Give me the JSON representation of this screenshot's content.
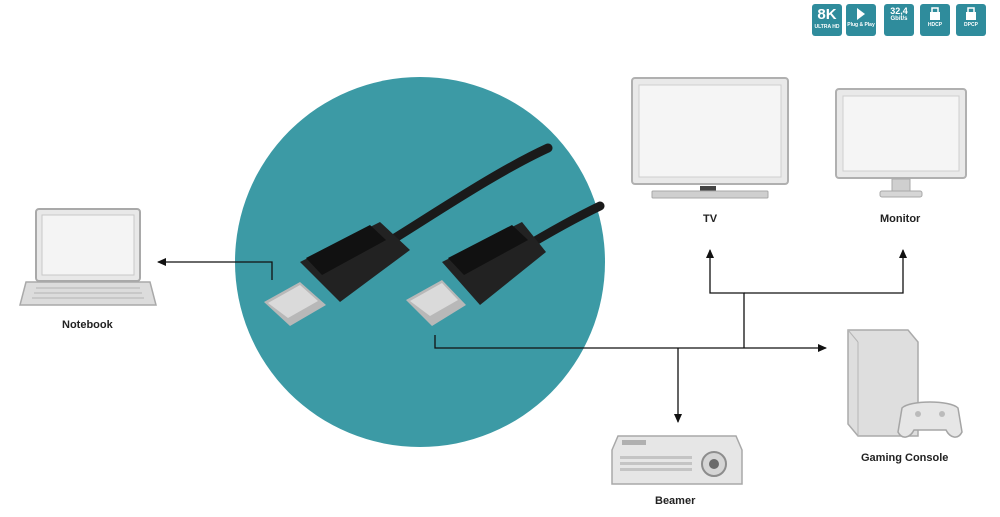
{
  "badges": [
    {
      "main": "8K",
      "sub": "ULTRA HD",
      "icon": "8k-icon"
    },
    {
      "main": "",
      "sub": "Plug & Play",
      "icon": "plug-play-icon"
    },
    {
      "main": "32,4",
      "main2": "Gbit/s",
      "sub": "",
      "icon": "bandwidth-icon"
    },
    {
      "main": "",
      "sub": "HDCP",
      "icon": "hdcp-icon"
    },
    {
      "main": "",
      "sub": "DPCP",
      "icon": "dpcp-icon"
    }
  ],
  "devices": {
    "notebook": "Notebook",
    "tv": "TV",
    "monitor": "Monitor",
    "gaming_console": "Gaming Console",
    "beamer": "Beamer"
  },
  "colors": {
    "circle": "#3c9aa5",
    "badge": "#2f8c9c",
    "device_outline": "#b9b9b9",
    "device_fill": "#dcdcdc",
    "arrow": "#111111",
    "cable": "#1a1a1a"
  }
}
